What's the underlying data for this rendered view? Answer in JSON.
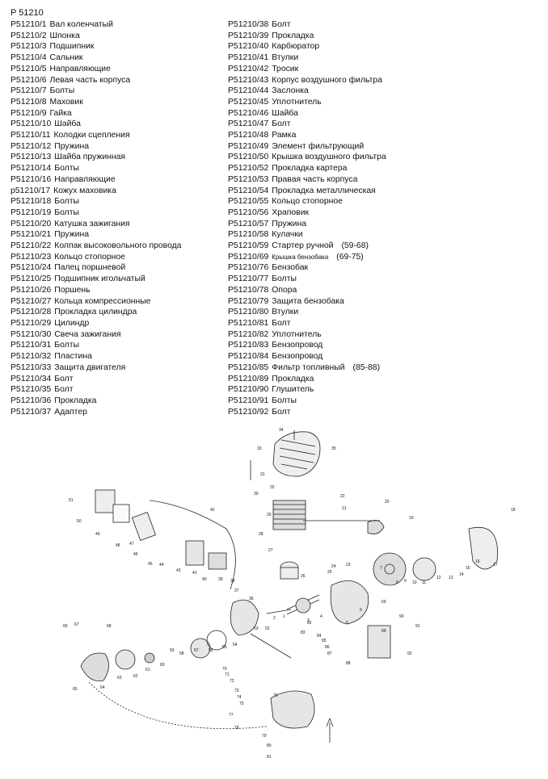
{
  "doc_title": "P 51210",
  "parts_left": [
    {
      "code": "P51210/1",
      "name": "Вал коленчатый"
    },
    {
      "code": "P51210/2",
      "name": "Шпонка"
    },
    {
      "code": "P51210/3",
      "name": "Подшипник"
    },
    {
      "code": "P51210/4",
      "name": "Сальник"
    },
    {
      "code": "P51210/5",
      "name": "Направляющие"
    },
    {
      "code": "P51210/6",
      "name": "Левая часть корпуса"
    },
    {
      "code": "P51210/7",
      "name": "Болты"
    },
    {
      "code": "P51210/8",
      "name": "Маховик"
    },
    {
      "code": "P51210/9",
      "name": "Гайка"
    },
    {
      "code": "P51210/10",
      "name": "Шайба"
    },
    {
      "code": "P51210/11",
      "name": "Колодки сцепления"
    },
    {
      "code": "P51210/12",
      "name": "Пружина"
    },
    {
      "code": "P51210/13",
      "name": "Шайба пружинная"
    },
    {
      "code": "P51210/14",
      "name": "Болты"
    },
    {
      "code": "P51210/16",
      "name": "Направляющие"
    },
    {
      "code": "p51210/17",
      "name": "Кожух маховика"
    },
    {
      "code": "P51210/18",
      "name": "Болты"
    },
    {
      "code": "P51210/19",
      "name": "Болты"
    },
    {
      "code": "P51210/20",
      "name": "Катушка зажигания"
    },
    {
      "code": "P51210/21",
      "name": "Пружина"
    },
    {
      "code": "P51210/22",
      "name": "Колпак высоковольного провода"
    },
    {
      "code": "P51210/23",
      "name": "Кольцо стопорное"
    },
    {
      "code": "P51210/24",
      "name": "Палец поршневой"
    },
    {
      "code": "P51210/25",
      "name": "Подшипник игольчатый"
    },
    {
      "code": "P51210/26",
      "name": "Поршень"
    },
    {
      "code": "P51210/27",
      "name": "Кольца компрессионные"
    },
    {
      "code": "P51210/28",
      "name": "Прокладка цилиндра"
    },
    {
      "code": "P51210/29",
      "name": "Цилиндр"
    },
    {
      "code": "P51210/30",
      "name": "Свеча зажигания"
    },
    {
      "code": "P51210/31",
      "name": "Болты"
    },
    {
      "code": "P51210/32",
      "name": "Пластина"
    },
    {
      "code": "P51210/33",
      "name": "Защита двигателя"
    },
    {
      "code": "P51210/34",
      "name": "Болт"
    },
    {
      "code": "P51210/35",
      "name": "Болт"
    },
    {
      "code": "P51210/36",
      "name": "Прокладка"
    },
    {
      "code": "P51210/37",
      "name": "Адаптер"
    }
  ],
  "parts_right": [
    {
      "code": "P51210/38",
      "name": "Болт"
    },
    {
      "code": "P51210/39",
      "name": "Прокладка"
    },
    {
      "code": "P51210/40",
      "name": "Карбюратор"
    },
    {
      "code": "P51210/41",
      "name": "Втулки"
    },
    {
      "code": "P51210/42",
      "name": "Тросик"
    },
    {
      "code": "P51210/43",
      "name": "Корпус воздушного фильтра"
    },
    {
      "code": "P51210/44",
      "name": "Заслонка"
    },
    {
      "code": "P51210/45",
      "name": "Уплотнитель"
    },
    {
      "code": "P51210/46",
      "name": "Шайба"
    },
    {
      "code": "P51210/47",
      "name": "Болт"
    },
    {
      "code": "P51210/48",
      "name": "Рамка"
    },
    {
      "code": "P51210/49",
      "name": "Элемент фильтрующий"
    },
    {
      "code": "P51210/50",
      "name": "Крышка воздушного фильтра"
    },
    {
      "code": "P51210/52",
      "name": "Прокладка картера"
    },
    {
      "code": "P51210/53",
      "name": "Правая часть корпуса"
    },
    {
      "code": "P51210/54",
      "name": "Прокладка металлическая"
    },
    {
      "code": "P51210/55",
      "name": "Кольцо стопорное"
    },
    {
      "code": "P51210/56",
      "name": "Храповик"
    },
    {
      "code": "P51210/57",
      "name": "Пружина"
    },
    {
      "code": "P51210/58",
      "name": "Кулачки"
    },
    {
      "code": "P51210/59",
      "name": "Стартер ручной",
      "range": "(59-68)"
    },
    {
      "code": "P51210/69",
      "name": "Крышка бензобака",
      "range": "(69-75)",
      "small": true
    },
    {
      "code": "P51210/76",
      "name": "Бензобак"
    },
    {
      "code": "P51210/77",
      "name": "Болты"
    },
    {
      "code": "P51210/78",
      "name": "Опора"
    },
    {
      "code": "P51210/79",
      "name": "Защита бензобака"
    },
    {
      "code": "P51210/80",
      "name": "Втулки"
    },
    {
      "code": "P51210/81",
      "name": "Болт"
    },
    {
      "code": "P51210/82",
      "name": "Уплотнитель"
    },
    {
      "code": "P51210/83",
      "name": "Бензопровод"
    },
    {
      "code": "P51210/84",
      "name": "Бензопровод"
    },
    {
      "code": "P51210/85",
      "name": "Фильтр топливный",
      "range": "(85-88)"
    },
    {
      "code": "P51210/89",
      "name": "Прокладка"
    },
    {
      "code": "P51210/90",
      "name": "Глушитель"
    },
    {
      "code": "P51210/91",
      "name": "Болты"
    },
    {
      "code": "P51210/92",
      "name": "Болт"
    }
  ],
  "diagram_callouts": [
    "1",
    "2",
    "3",
    "4",
    "5",
    "6",
    "7",
    "8",
    "9",
    "10",
    "11",
    "12",
    "13",
    "14",
    "15",
    "16",
    "17",
    "18",
    "19",
    "20",
    "21",
    "22",
    "23",
    "24",
    "25",
    "26",
    "27",
    "28",
    "29",
    "30",
    "31",
    "32",
    "33",
    "34",
    "35",
    "36",
    "37",
    "38",
    "39",
    "40",
    "41",
    "42",
    "43",
    "44",
    "45",
    "46",
    "47",
    "48",
    "49",
    "50",
    "51",
    "52",
    "53",
    "54",
    "55",
    "56",
    "57",
    "58",
    "59",
    "60",
    "61",
    "62",
    "63",
    "64",
    "65",
    "66",
    "67",
    "68",
    "69",
    "70",
    "71",
    "72",
    "73",
    "74",
    "75",
    "76",
    "77",
    "78",
    "79",
    "80",
    "81",
    "82",
    "83",
    "84",
    "85",
    "86",
    "87",
    "88",
    "89",
    "90",
    "91",
    "92"
  ]
}
